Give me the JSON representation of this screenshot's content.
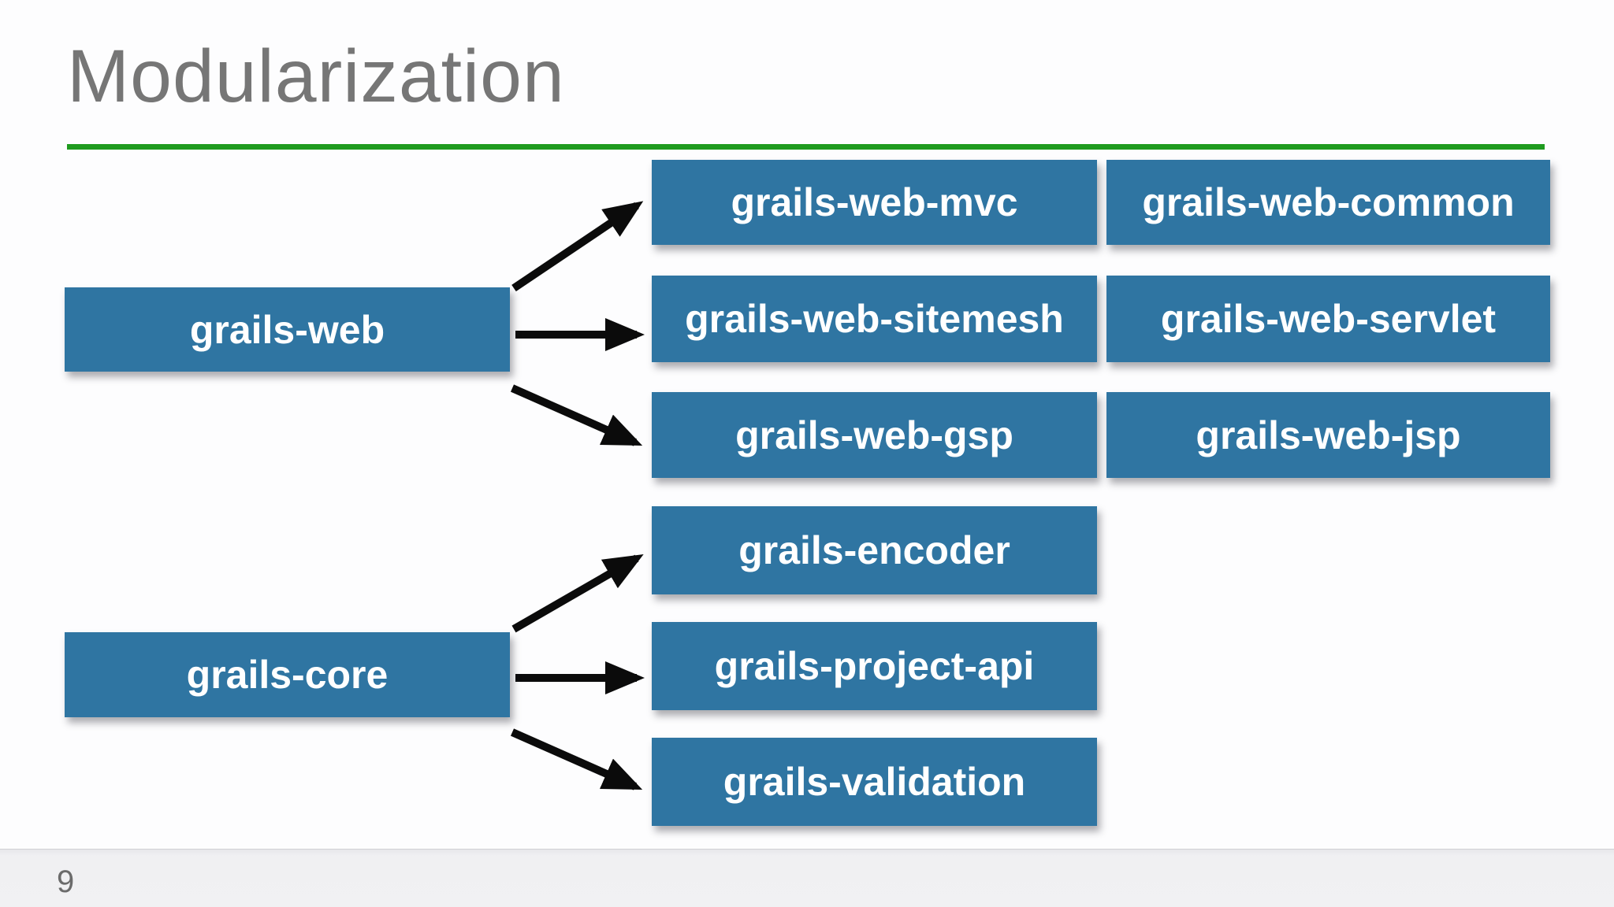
{
  "slide": {
    "title": "Modularization",
    "page_number": "9"
  },
  "colors": {
    "module_box_blue": "#2f75a2",
    "accent_green_underline": "#1f9b1f",
    "title_gray": "#767676",
    "arrow_black": "#0b0b0b",
    "footer_band_gray": "#f1f1f3"
  },
  "diagram": {
    "boxes": [
      {
        "label": "grails-web"
      },
      {
        "label": "grails-core"
      },
      {
        "label": "grails-web-mvc"
      },
      {
        "label": "grails-web-sitemesh"
      },
      {
        "label": "grails-web-gsp"
      },
      {
        "label": "grails-encoder"
      },
      {
        "label": "grails-project-api"
      },
      {
        "label": "grails-validation"
      },
      {
        "label": "grails-web-common"
      },
      {
        "label": "grails-web-servlet"
      },
      {
        "label": "grails-web-jsp"
      }
    ],
    "edges": [
      {
        "from": "grails-web",
        "to": "grails-web-mvc"
      },
      {
        "from": "grails-web",
        "to": "grails-web-sitemesh"
      },
      {
        "from": "grails-web",
        "to": "grails-web-gsp"
      },
      {
        "from": "grails-core",
        "to": "grails-encoder"
      },
      {
        "from": "grails-core",
        "to": "grails-project-api"
      },
      {
        "from": "grails-core",
        "to": "grails-validation"
      }
    ]
  }
}
